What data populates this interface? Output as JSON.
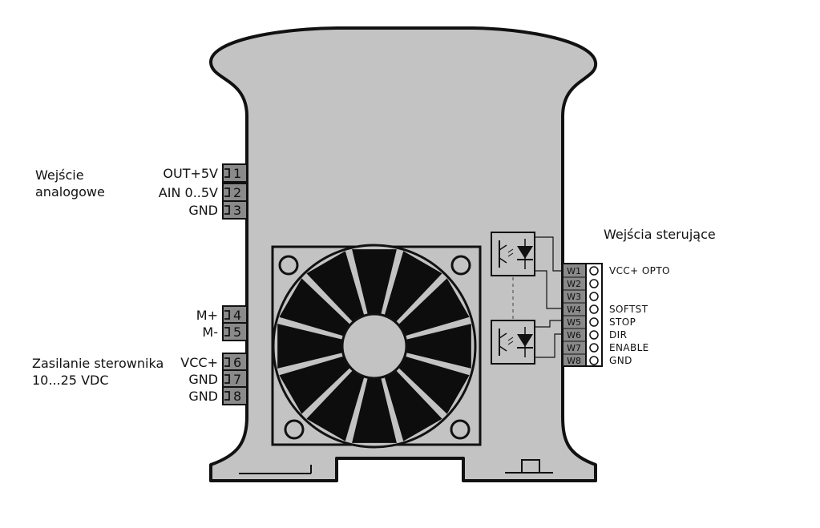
{
  "analog_group": {
    "line1": "Wejście",
    "line2": "analogowe"
  },
  "power_group": {
    "line1": "Zasilanie sterownika",
    "line2": "10...25 VDC"
  },
  "control_group": {
    "title": "Wejścia sterujące"
  },
  "left_pins": [
    {
      "label": "OUT+5V",
      "number": "1"
    },
    {
      "label": "AIN 0..5V",
      "number": "2"
    },
    {
      "label": "GND",
      "number": "3"
    },
    {
      "label": "M+",
      "number": "4"
    },
    {
      "label": "M-",
      "number": "5"
    },
    {
      "label": "VCC+",
      "number": "6"
    },
    {
      "label": "GND",
      "number": "7"
    },
    {
      "label": "GND",
      "number": "8"
    }
  ],
  "control_pins": [
    {
      "id": "W1",
      "label": "VCC+ OPTO"
    },
    {
      "id": "W2",
      "label": ""
    },
    {
      "id": "W3",
      "label": ""
    },
    {
      "id": "W4",
      "label": "SOFTST"
    },
    {
      "id": "W5",
      "label": "STOP"
    },
    {
      "id": "W6",
      "label": "DIR"
    },
    {
      "id": "W7",
      "label": "ENABLE"
    },
    {
      "id": "W8",
      "label": "GND"
    }
  ],
  "colors": {
    "housing": "#c3c3c3",
    "outline": "#111111",
    "connector": "#8a8a8a",
    "fan_blade": "#0d0d0d",
    "background": "#ffffff"
  },
  "icons": {
    "fan": "fan-icon",
    "optocoupler": "optocoupler-icon"
  }
}
